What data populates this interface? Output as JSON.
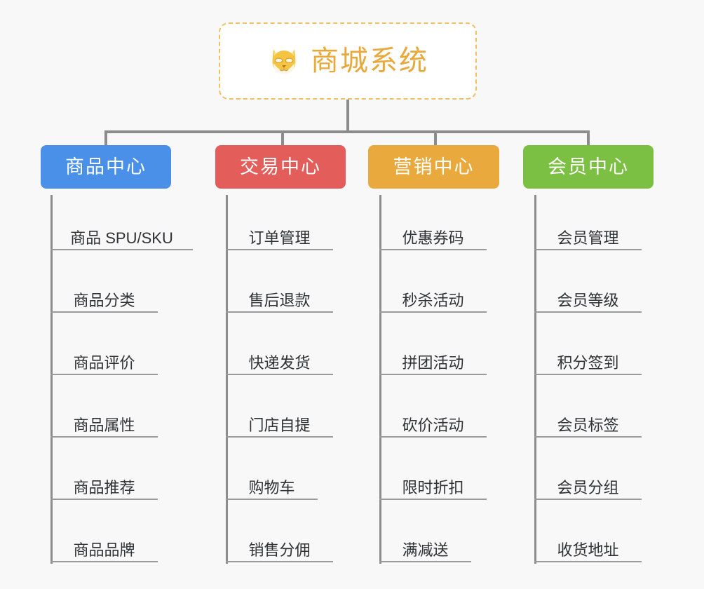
{
  "background_color": "#f8f8f8",
  "root": {
    "title": "商城系统",
    "icon": "dog-face-icon",
    "text_color": "#e8a93a",
    "border_color": "#f0c061",
    "fill_color": "#ffffff"
  },
  "connector_color": "#8c8c8c",
  "columns": [
    {
      "title": "商品中心",
      "color": "#4a90e8",
      "items": [
        "商品 SPU/SKU",
        "商品分类",
        "商品评价",
        "商品属性",
        "商品推荐",
        "商品品牌"
      ]
    },
    {
      "title": "交易中心",
      "color": "#e35d5b",
      "items": [
        "订单管理",
        "售后退款",
        "快递发货",
        "门店自提",
        "购物车",
        "销售分佣"
      ]
    },
    {
      "title": "营销中心",
      "color": "#eaa93c",
      "items": [
        "优惠券码",
        "秒杀活动",
        "拼团活动",
        "砍价活动",
        "限时折扣",
        "满减送"
      ]
    },
    {
      "title": "会员中心",
      "color": "#7cc043",
      "items": [
        "会员管理",
        "会员等级",
        "积分签到",
        "会员标签",
        "会员分组",
        "收货地址"
      ]
    }
  ]
}
